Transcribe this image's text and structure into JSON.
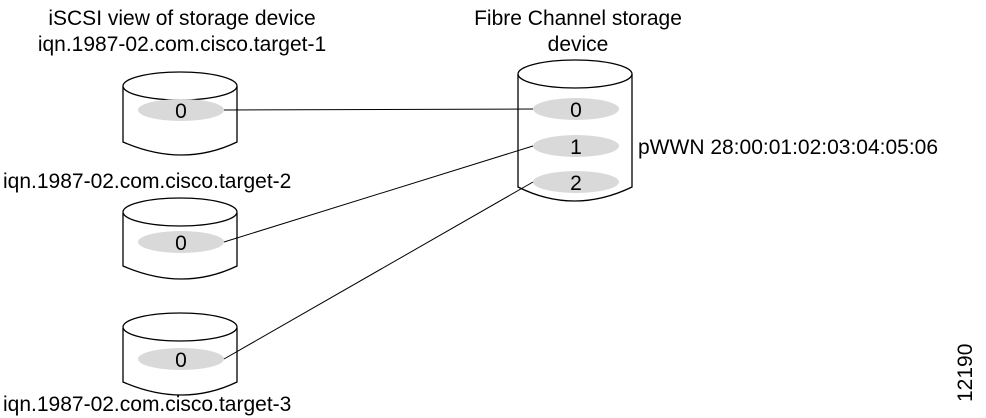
{
  "title_iscsi": "iSCSI view of storage device",
  "title_fc_line1": "Fibre Channel storage",
  "title_fc_line2": "device",
  "iscsi_targets": [
    {
      "name": "iqn.1987-02.com.cisco.target-1",
      "lun": "0"
    },
    {
      "name": "iqn.1987-02.com.cisco.target-2",
      "lun": "0"
    },
    {
      "name": "iqn.1987-02.com.cisco.target-3",
      "lun": "0"
    }
  ],
  "fc_device": {
    "luns": [
      "0",
      "1",
      "2"
    ],
    "pwwn_label": "pWWN 28:00:01:02:03:04:05:06"
  },
  "figure_id": "12190",
  "colors": {
    "lun_fill": "#d9d9d9",
    "line": "#000000",
    "background": "#ffffff"
  }
}
